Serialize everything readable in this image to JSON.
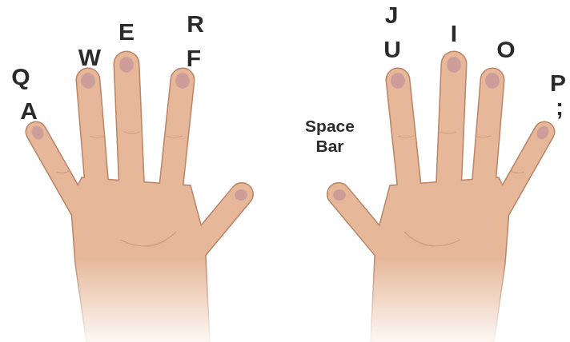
{
  "diagram": {
    "labels": [
      "Q",
      "A",
      "W",
      "E",
      "R",
      "F",
      "Space Bar",
      "J",
      "U",
      "I",
      "O",
      "P",
      ";"
    ]
  }
}
